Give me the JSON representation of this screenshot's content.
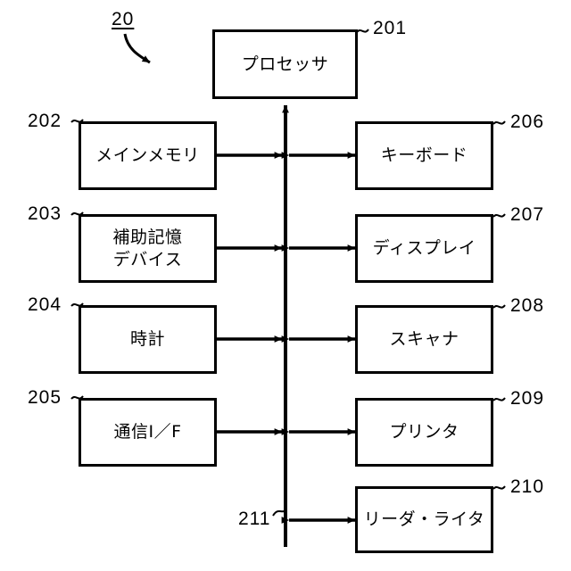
{
  "figure": {
    "system_ref": "20",
    "bus_ref": "211"
  },
  "blocks": {
    "processor": {
      "label": "プロセッサ",
      "ref": "201"
    },
    "main_memory": {
      "label": "メインメモリ",
      "ref": "202"
    },
    "auxiliary_storage": {
      "label": "補助記憶\nデバイス",
      "ref": "203"
    },
    "clock": {
      "label": "時計",
      "ref": "204"
    },
    "communication_if": {
      "label": "通信I／F",
      "ref": "205"
    },
    "keyboard": {
      "label": "キーボード",
      "ref": "206"
    },
    "display": {
      "label": "ディスプレイ",
      "ref": "207"
    },
    "scanner": {
      "label": "スキャナ",
      "ref": "208"
    },
    "printer": {
      "label": "プリンタ",
      "ref": "209"
    },
    "reader_writer": {
      "label": "リーダ・ライタ",
      "ref": "210"
    }
  },
  "colors": {
    "line": "#000000",
    "background": "#ffffff"
  }
}
